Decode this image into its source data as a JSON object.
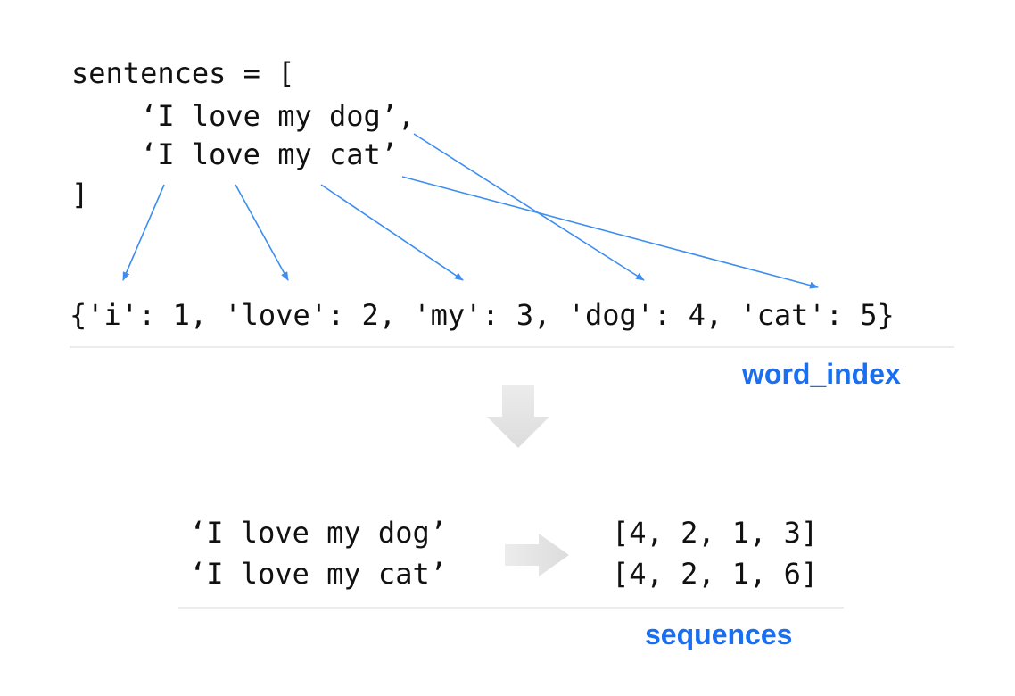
{
  "code": {
    "line1": "sentences = [",
    "line2": "    ‘I love my dog’,",
    "line3": "    ‘I love my cat’",
    "line4": "]"
  },
  "word_index": {
    "dict_text": "{'i': 1, 'love': 2, 'my': 3, 'dog': 4, 'cat': 5}",
    "label": "word_index"
  },
  "sequences": {
    "sentence1": "‘I love my dog’",
    "sentence2": "‘I love my cat’",
    "seq1": "[4, 2, 1, 3]",
    "seq2": "[4, 2, 1, 6]",
    "label": "sequences"
  },
  "colors": {
    "arrow": "#3d8ef0",
    "label": "#1a6ef0",
    "block_arrow": "#e3e3e3"
  }
}
